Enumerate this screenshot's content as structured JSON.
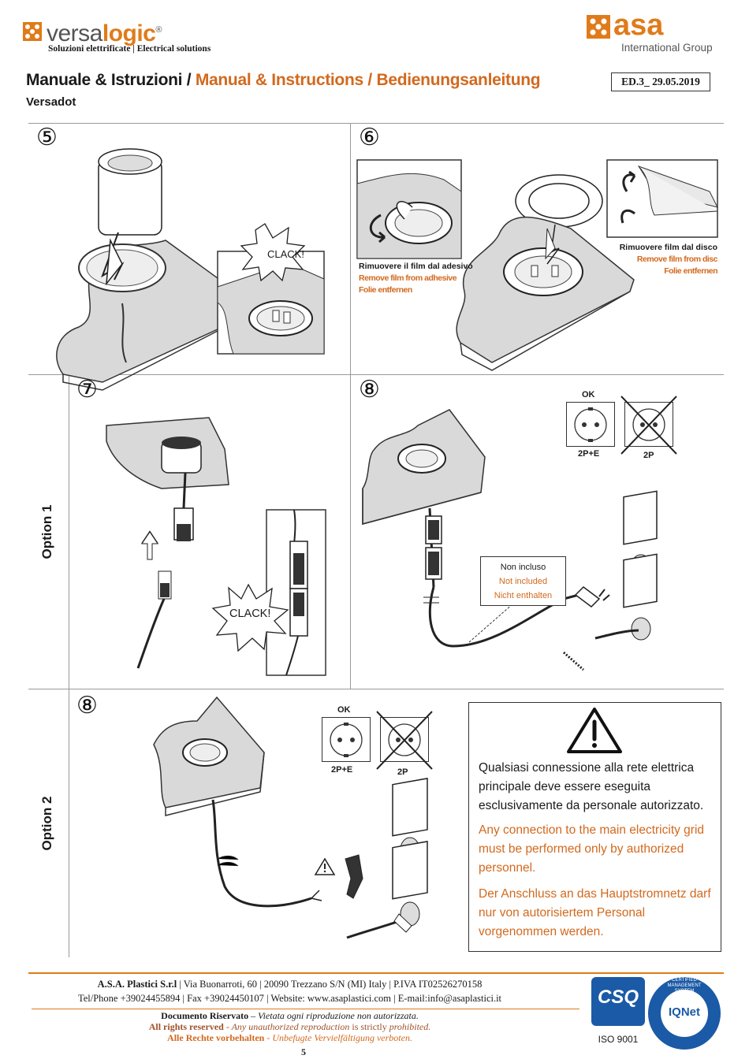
{
  "header": {
    "brand_prefix": "versa",
    "brand_suffix": "logic",
    "brand_mark": "®",
    "brand_tagline": "Soluzioni elettrificate | Electrical solutions",
    "group_name": "asa",
    "group_sub": "International Group",
    "title_it": "Manuale & Istruzioni /",
    "title_en": "Manual & Instructions /",
    "title_de": "Bedienungsanleitung",
    "edition": "ED.3_ 29.05.2019",
    "product": "Versadot"
  },
  "steps": {
    "s5": "⑤",
    "s6": "⑥",
    "s7": "⑦",
    "s8a": "⑧",
    "s8b": "⑧"
  },
  "labels": {
    "clack1": "CLACK!",
    "clack2": "CLACK!",
    "adhesive_it": "Rimuovere il film dal adesivo",
    "adhesive_en": "Remove film from adhesive",
    "adhesive_de": "Folie entfernen",
    "disc_it": "Rimuovere film dal disco",
    "disc_en": "Remove film from disc",
    "disc_de": "Folie entfernen",
    "option1": "Option 1",
    "option2": "Option 2",
    "ok1": "OK",
    "ok2": "OK",
    "p2e1": "2P+E",
    "p2a": "2P",
    "p2e2": "2P+E",
    "p2b": "2P",
    "not_incl_it": "Non incluso",
    "not_incl_en": "Not included",
    "not_incl_de": "Nicht enthalten"
  },
  "warning": {
    "it": "Qualsiasi connessione alla rete elettrica principale deve essere eseguita esclusivamente da personale autorizzato.",
    "en": "Any connection to the main electricity grid must be performed only by authorized personnel.",
    "de": "Der Anschluss an das Hauptstromnetz darf nur von autorisiertem Personal vorgenommen werden."
  },
  "footer": {
    "company": "A.S.A. Plastici S.r.l",
    "address": " | Via Buonarroti, 60 | 20090 Trezzano S/N (MI) Italy | P.IVA IT02526270158",
    "contacts": "Tel/Phone  +39024455894 | Fax  +39024450107 | Website: www.asaplastici.com | E-mail:info@asaplastici.it",
    "reserved_it_bold": "Documento Riservato",
    "reserved_it": " – Vietata ogni riproduzione non autorizzata.",
    "reserved_en_bold": "All rights reserved",
    "reserved_en_a": " - Any unauthorized reproduction ",
    "reserved_en_b": "is strictly ",
    "reserved_en_c": "prohibited.",
    "reserved_de_bold": "Alle Rechte vorbehalten",
    "reserved_de": " - Unbefugte Vervielfältigung verboten.",
    "page": "5",
    "cert_csq": "CSQ",
    "cert_iso": "ISO 9001",
    "cert_iqnet": "IQNet",
    "cert_ring": "CERTIFIED MANAGEMENT SYSTEM"
  }
}
